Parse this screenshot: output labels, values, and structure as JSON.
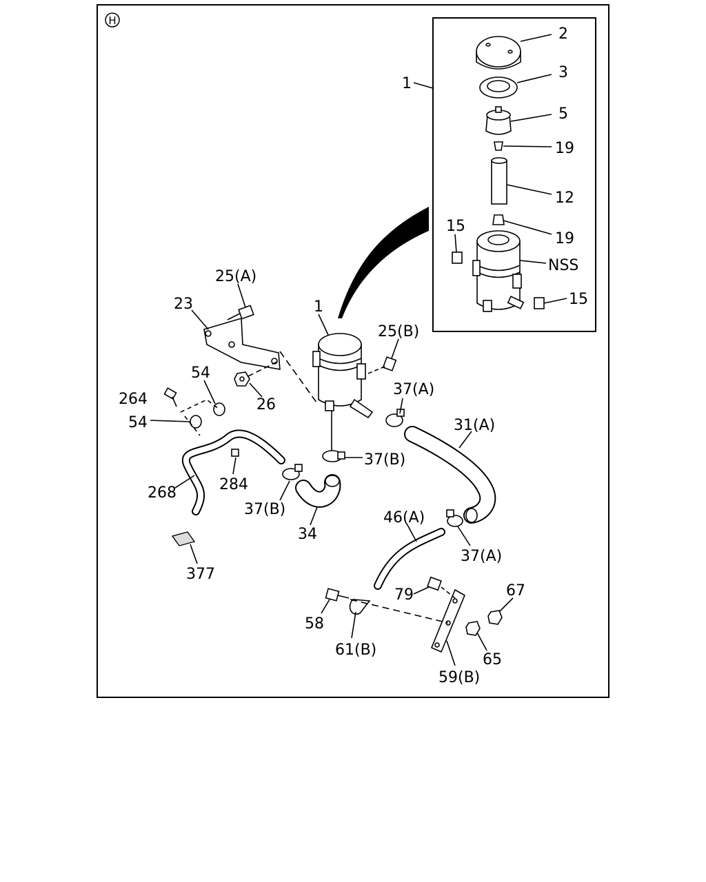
{
  "section_marker": "H",
  "labels": {
    "l1_top": "1",
    "l2": "2",
    "l3": "3",
    "l5": "5",
    "l19a": "19",
    "l12": "12",
    "l19b": "19",
    "l15a": "15",
    "lnss": "NSS",
    "l15b": "15",
    "l25a": "25(A)",
    "l23": "23",
    "l1": "1",
    "l25b": "25(B)",
    "l26": "26",
    "l54a": "54",
    "l264": "264",
    "l54b": "54",
    "l37a1": "37(A)",
    "l31a": "31(A)",
    "l37b1": "37(B)",
    "l268": "268",
    "l284": "284",
    "l37b2": "37(B)",
    "l34": "34",
    "l46a": "46(A)",
    "l37a2": "37(A)",
    "l377": "377",
    "l79": "79",
    "l67": "67",
    "l58": "58",
    "l61b": "61(B)",
    "l65": "65",
    "l59b": "59(B)"
  }
}
